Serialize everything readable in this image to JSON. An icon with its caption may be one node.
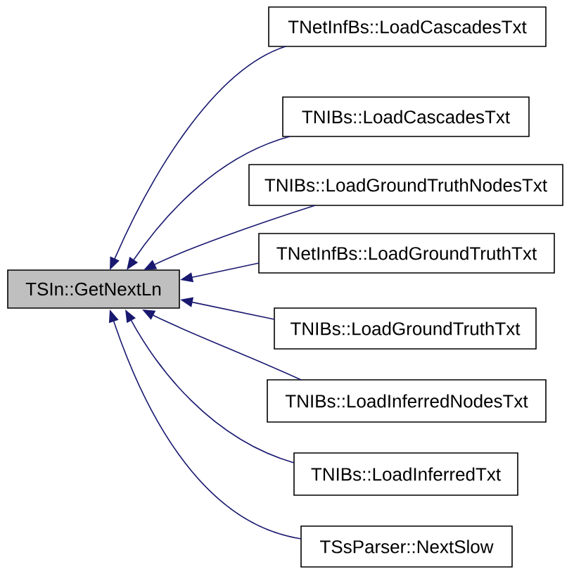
{
  "diagram": {
    "nodes": [
      {
        "text": [
          "TSIn::GetNextLn"
        ]
      },
      {
        "text": [
          "TNetInfBs::LoadCascadesTxt"
        ]
      },
      {
        "text": [
          "TNIBs::LoadCascadesTxt"
        ]
      },
      {
        "text": [
          "TNIBs::LoadGroundTruthNodesTxt"
        ]
      },
      {
        "text": [
          "TNetInfBs::LoadGroundTruthTxt"
        ]
      },
      {
        "text": [
          "TNIBs::LoadGroundTruthTxt"
        ]
      },
      {
        "text": [
          "TNIBs::LoadInferredNodesTxt"
        ]
      },
      {
        "text": [
          "TNIBs::LoadInferredTxt"
        ]
      },
      {
        "text": [
          "TSsParser::NextSlow"
        ]
      }
    ],
    "edges": [
      {
        "from": 1,
        "to": 0,
        "arrow": "to"
      },
      {
        "from": 2,
        "to": 0,
        "arrow": "to"
      },
      {
        "from": 3,
        "to": 0,
        "arrow": "to"
      },
      {
        "from": 4,
        "to": 0,
        "arrow": "to"
      },
      {
        "from": 5,
        "to": 0,
        "arrow": "to"
      },
      {
        "from": 6,
        "to": 0,
        "arrow": "to"
      },
      {
        "from": 7,
        "to": 0,
        "arrow": "to"
      },
      {
        "from": 8,
        "to": 0,
        "arrow": "to"
      }
    ]
  }
}
